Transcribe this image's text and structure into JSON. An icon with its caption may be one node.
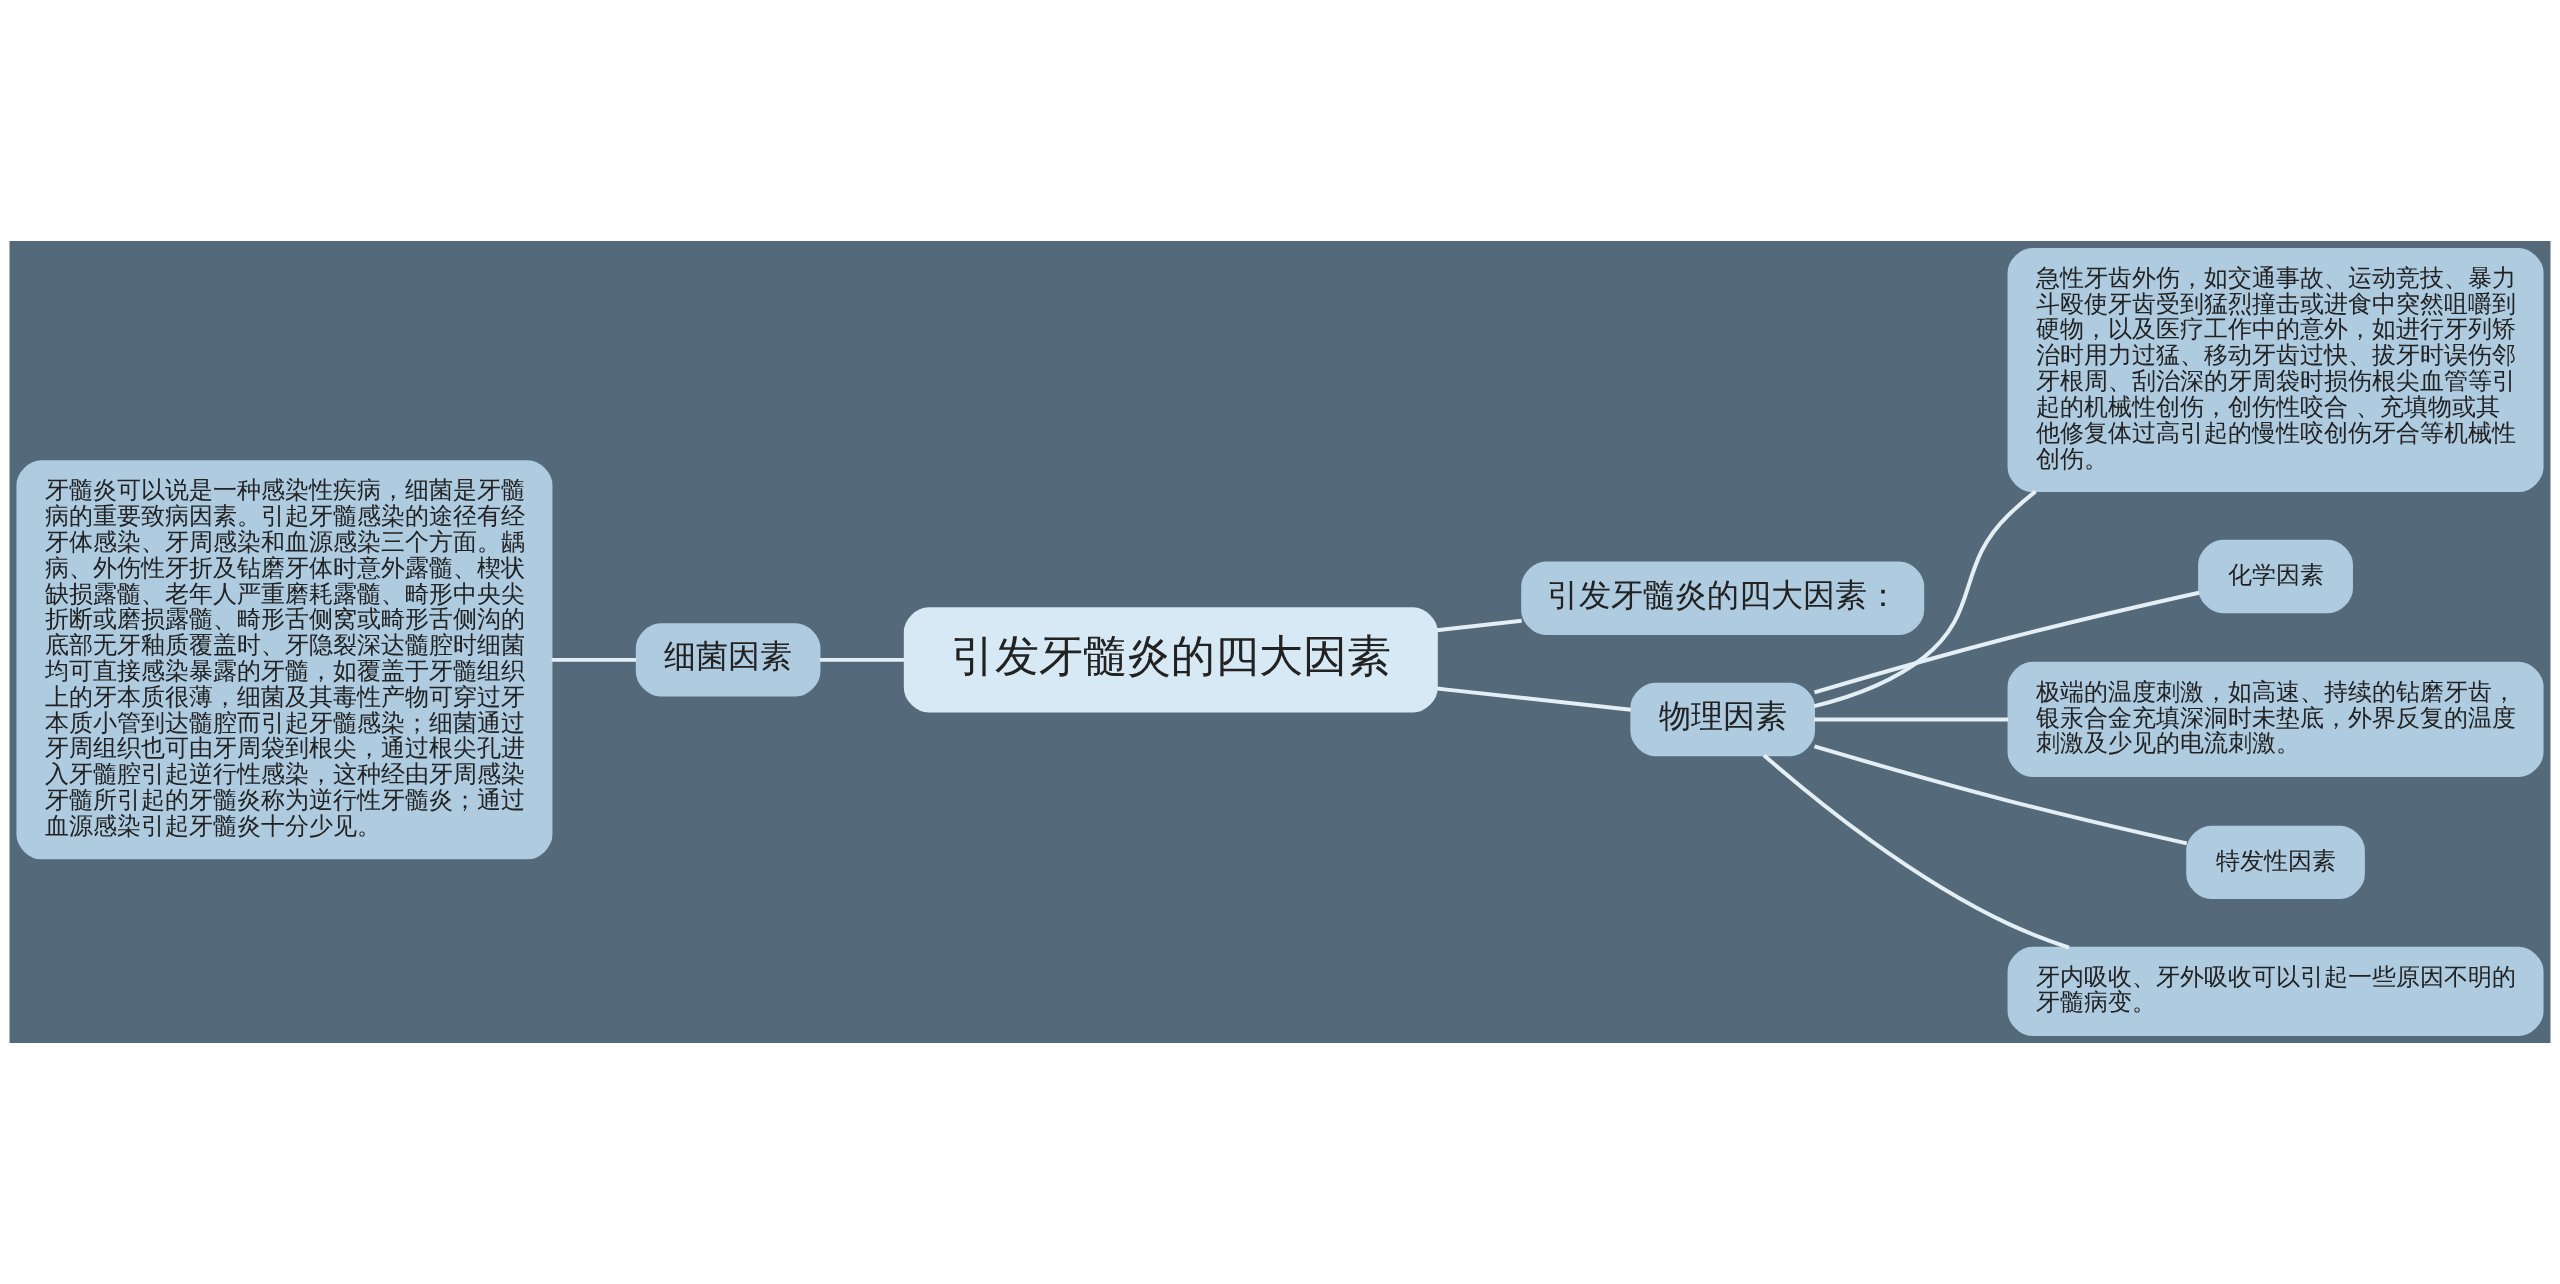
{
  "diagram": {
    "nodes": [
      {
        "text": [
          "引发牙髓炎的四大因素"
        ]
      },
      {
        "text": [
          "引发牙髓炎的四大因素："
        ]
      },
      {
        "text": [
          "细菌因素"
        ]
      },
      {
        "text": [
          "牙髓炎可以说是一种感染性疾病，细菌是牙髓病的重要致病因素。引起牙髓感染的途径有经牙体感染、牙周感染和血源感染三个方面。龋病、外伤性牙折及钻磨牙体时意外露髓、楔状缺损露髓、老年人严重磨耗露髓、畸形中央尖折断或磨损露髓、畸形舌侧窝或畸形舌侧沟的底部无牙釉质覆盖时、牙隐裂深达髓腔时细菌均可直接感染暴露的牙髓，如覆盖于牙髓组织上的牙本质很薄，细菌及其毒性产物可穿过牙本质小管到达髓腔而引起牙髓感染；细菌通过牙周组织也可由牙周袋到根尖，通过根尖孔进入牙髓腔引起逆行性感染，这种经由牙周感染牙髓所引起的牙髓炎称为逆行性牙髓炎；通过血源感染引起牙髓炎十分少见。"
        ]
      },
      {
        "text": [
          "物理因素"
        ]
      },
      {
        "text": [
          "急性牙齿外伤，如交通事故、运动竞技、暴力斗殴使牙齿受到猛烈撞击或进食中突然咀嚼到硬物，以及医疗工作中的意外，如进行牙列矫治时用力过猛、移动牙齿过快、拔牙时误伤邻牙根周、刮治深的牙周袋时损伤根尖血管等引起的机械性创伤，创伤性咬合 、充填物或其他修复体过高引起的慢性咬创伤牙合等机械性创伤。"
        ]
      },
      {
        "text": [
          "化学因素"
        ]
      },
      {
        "text": [
          "极端的温度刺激，如高速、持续的钻磨牙齿，银汞合金充填深洞时未垫底，外界反复的温度刺激及少见的电流刺激。"
        ]
      },
      {
        "text": [
          "特发性因素"
        ]
      },
      {
        "text": [
          "牙内吸收、牙外吸收可以引起一些原因不明的牙髓病变。"
        ]
      }
    ],
    "edges": [
      {
        "from": 0,
        "to": 1,
        "arrow": "none"
      },
      {
        "from": 0,
        "to": 2,
        "arrow": "none"
      },
      {
        "from": 2,
        "to": 3,
        "arrow": "none"
      },
      {
        "from": 0,
        "to": 4,
        "arrow": "none"
      },
      {
        "from": 4,
        "to": 5,
        "arrow": "none"
      },
      {
        "from": 4,
        "to": 6,
        "arrow": "none"
      },
      {
        "from": 4,
        "to": 7,
        "arrow": "none"
      },
      {
        "from": 4,
        "to": 8,
        "arrow": "none"
      },
      {
        "from": 4,
        "to": 9,
        "arrow": "none"
      }
    ]
  }
}
